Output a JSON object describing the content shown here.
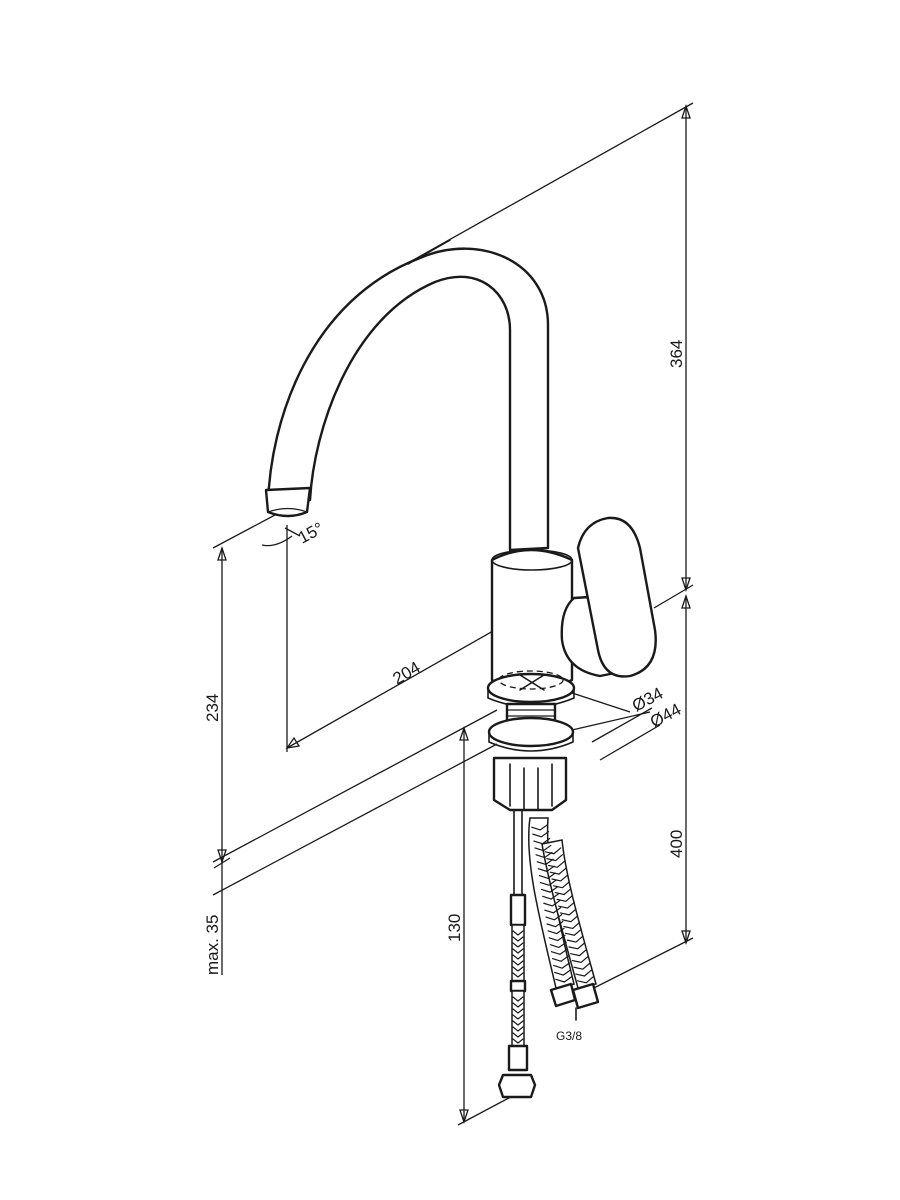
{
  "dimensions": {
    "height_total": "364",
    "spout_height": "234",
    "spout_reach": "204",
    "base_to_connector": "400",
    "hose_length": "130",
    "deck_thickness": "max. 35",
    "inner_diameter": "Ø34",
    "outer_diameter": "Ø44",
    "spout_angle": "15°",
    "connector_thread": "G3/8"
  },
  "colors": {
    "line": "#1a1a1a",
    "background": "#ffffff"
  }
}
